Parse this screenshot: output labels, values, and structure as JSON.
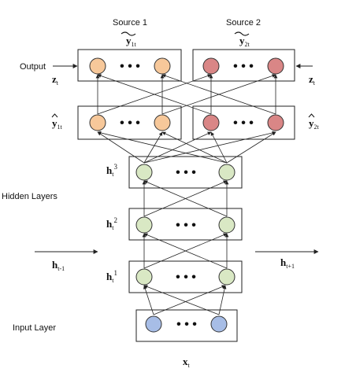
{
  "colors": {
    "output_left": "#f7c89a",
    "output_right": "#d98686",
    "hidden": "#d9e8c4",
    "input": "#a7bde6",
    "line": "#222222"
  },
  "labels": {
    "source1": "Source 1",
    "source2": "Source 2",
    "output": "Output",
    "hidden_layers": "Hidden Layers",
    "input_layer": "Input Layer",
    "dots": "• • •"
  },
  "math": {
    "y1_tilde": {
      "base": "y",
      "sub": "1t"
    },
    "y2_tilde": {
      "base": "y",
      "sub": "2t"
    },
    "z_left": {
      "base": "z",
      "sub": "t"
    },
    "z_right": {
      "base": "z",
      "sub": "t"
    },
    "y1_hat": {
      "base": "y",
      "sub": "1t"
    },
    "y2_hat": {
      "base": "y",
      "sub": "2t"
    },
    "h3": {
      "base": "h",
      "sub": "t",
      "sup": "3"
    },
    "h2": {
      "base": "h",
      "sub": "t",
      "sup": "2"
    },
    "h1": {
      "base": "h",
      "sub": "t",
      "sup": "1"
    },
    "h_prev": {
      "base": "h",
      "sub": "t-1"
    },
    "h_next": {
      "base": "h",
      "sub": "t+1"
    },
    "x": {
      "base": "x",
      "sub": "t"
    }
  }
}
